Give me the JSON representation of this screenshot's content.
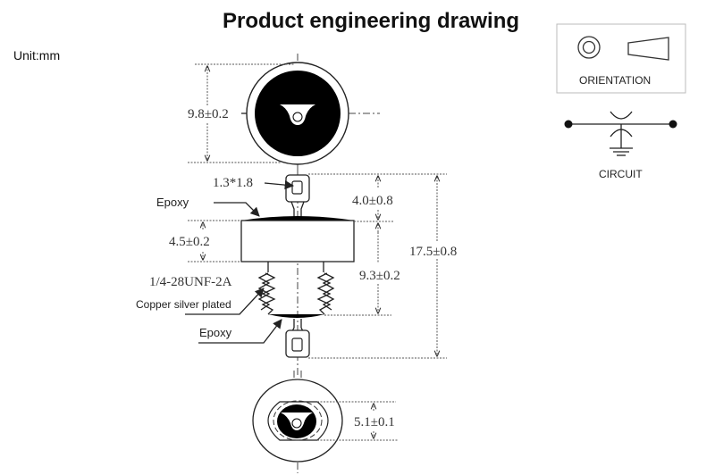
{
  "title": "Product engineering drawing",
  "unit": "Unit:mm",
  "legend": {
    "orientation_label": "ORIENTATION",
    "circuit_label": "CIRCUIT",
    "icons": [
      "orientation-concentric-circles-icon",
      "orientation-tapered-body-icon",
      "circuit-varactor-symbol-icon"
    ]
  },
  "dimensions": {
    "diameter": "9.8±0.2",
    "terminal_hole": "1.3*1.8",
    "terminal_length": "4.0±0.8",
    "body_height": "4.5±0.2",
    "overall_length": "17.5±0.8",
    "stud_length": "9.3±0.2",
    "inner_flat": "5.1±0.1"
  },
  "labels": {
    "epoxy_top": "Epoxy",
    "thread_spec": "1/4-28UNF-2A",
    "material": "Copper silver plated",
    "epoxy_bottom": "Epoxy"
  }
}
